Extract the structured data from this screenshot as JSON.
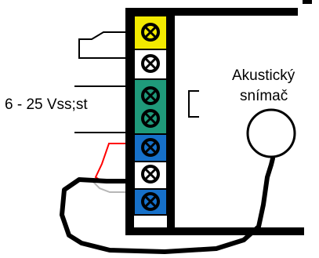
{
  "labels": {
    "supply_voltage": "6 - 25 Vss;st",
    "sensor_line1": "Akustický",
    "sensor_line2": "snímač"
  },
  "terminals": [
    {
      "color": "#f2ea00",
      "role": "relay"
    },
    {
      "color": "#ffffff",
      "role": "relay"
    },
    {
      "color": "#1f9a7a",
      "role": "power"
    },
    {
      "color": "#1f9a7a",
      "role": "power"
    },
    {
      "color": "#1670c9",
      "role": "sensor"
    },
    {
      "color": "#ffffff",
      "role": "sensor"
    },
    {
      "color": "#1670c9",
      "role": "sensor"
    }
  ],
  "colors": {
    "wire_black": "#000000",
    "wire_red": "#ff0000",
    "wire_gray": "#b7b7b7",
    "screw_ring": "#000000"
  }
}
